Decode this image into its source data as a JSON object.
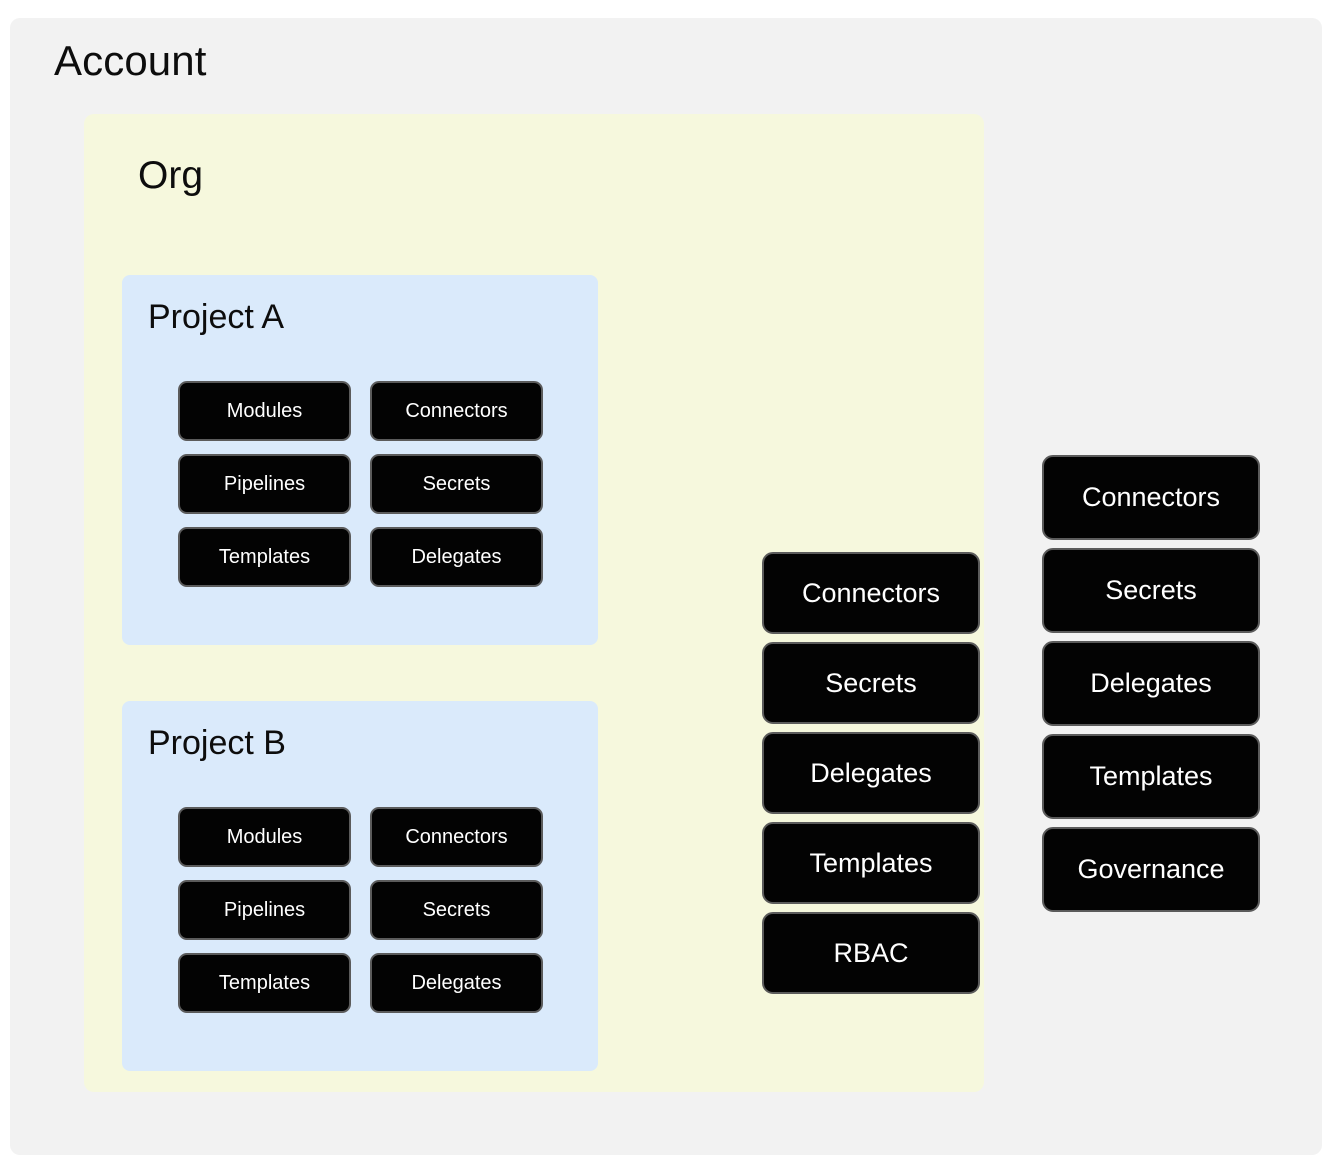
{
  "diagram": {
    "type": "hierarchy-scopes",
    "account": {
      "title": "Account",
      "bg_color": "#f2f2f2",
      "resources": [
        {
          "label": "Connectors"
        },
        {
          "label": "Secrets"
        },
        {
          "label": "Delegates"
        },
        {
          "label": "Templates"
        },
        {
          "label": "Governance"
        }
      ]
    },
    "org": {
      "title": "Org",
      "bg_color": "#f6f8dd",
      "resources": [
        {
          "label": "Connectors"
        },
        {
          "label": "Secrets"
        },
        {
          "label": "Delegates"
        },
        {
          "label": "Templates"
        },
        {
          "label": "RBAC"
        }
      ]
    },
    "projects": [
      {
        "title": "Project A",
        "bg_color": "#daeafb",
        "resources": [
          {
            "label": "Modules"
          },
          {
            "label": "Connectors"
          },
          {
            "label": "Pipelines"
          },
          {
            "label": "Secrets"
          },
          {
            "label": "Templates"
          },
          {
            "label": "Delegates"
          }
        ]
      },
      {
        "title": "Project B",
        "bg_color": "#daeafb",
        "resources": [
          {
            "label": "Modules"
          },
          {
            "label": "Connectors"
          },
          {
            "label": "Pipelines"
          },
          {
            "label": "Secrets"
          },
          {
            "label": "Templates"
          },
          {
            "label": "Delegates"
          }
        ]
      }
    ],
    "colors": {
      "page_background": "#ffffff",
      "account_background": "#f2f2f2",
      "org_background": "#f6f8dd",
      "project_background": "#daeafb",
      "button_fill": "#030303",
      "button_border": "#5b5b5b",
      "button_text": "#ffffff",
      "title_text": "#0d0d0d"
    }
  }
}
